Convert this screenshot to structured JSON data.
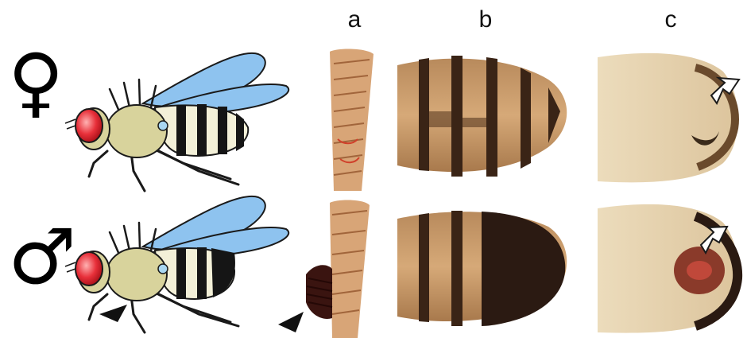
{
  "figure": {
    "column_labels": [
      "a",
      "b",
      "c"
    ],
    "rows": [
      {
        "sex_symbol": "♀"
      },
      {
        "sex_symbol": "♂"
      }
    ],
    "markers": [
      "arrowhead-icon",
      "arrowhead-icon",
      "open-arrow-icon",
      "open-arrow-icon"
    ],
    "colors": {
      "wing": "#8ec3ef",
      "thorax": "#d8d39c",
      "eye": "#e0202a",
      "abdomen_tan": "#c8a27a",
      "abdomen_band": "#3a2416",
      "male_tip": "#2b1a12",
      "leg_orange": "#c07a3c",
      "ventral_pale": "#e9d9b9"
    }
  }
}
